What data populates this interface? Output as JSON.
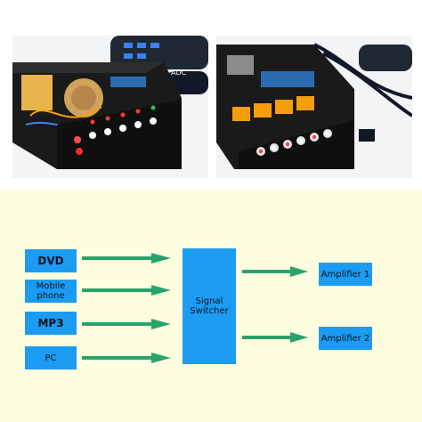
{
  "photos": {
    "left": {
      "brand_text": "ADC"
    },
    "right": {}
  },
  "diagram": {
    "inputs": [
      {
        "label": "DVD"
      },
      {
        "label": "Mobile phone"
      },
      {
        "label": "MP3"
      },
      {
        "label": "PC"
      }
    ],
    "switcher": {
      "label": "Signal Switcher"
    },
    "outputs": [
      {
        "label": "Amplifier 1"
      },
      {
        "label": "Amplifier 2"
      }
    ],
    "colors": {
      "background": "#fffde0",
      "box": "#1b9cf2",
      "arrow": "#2aa36b"
    }
  }
}
